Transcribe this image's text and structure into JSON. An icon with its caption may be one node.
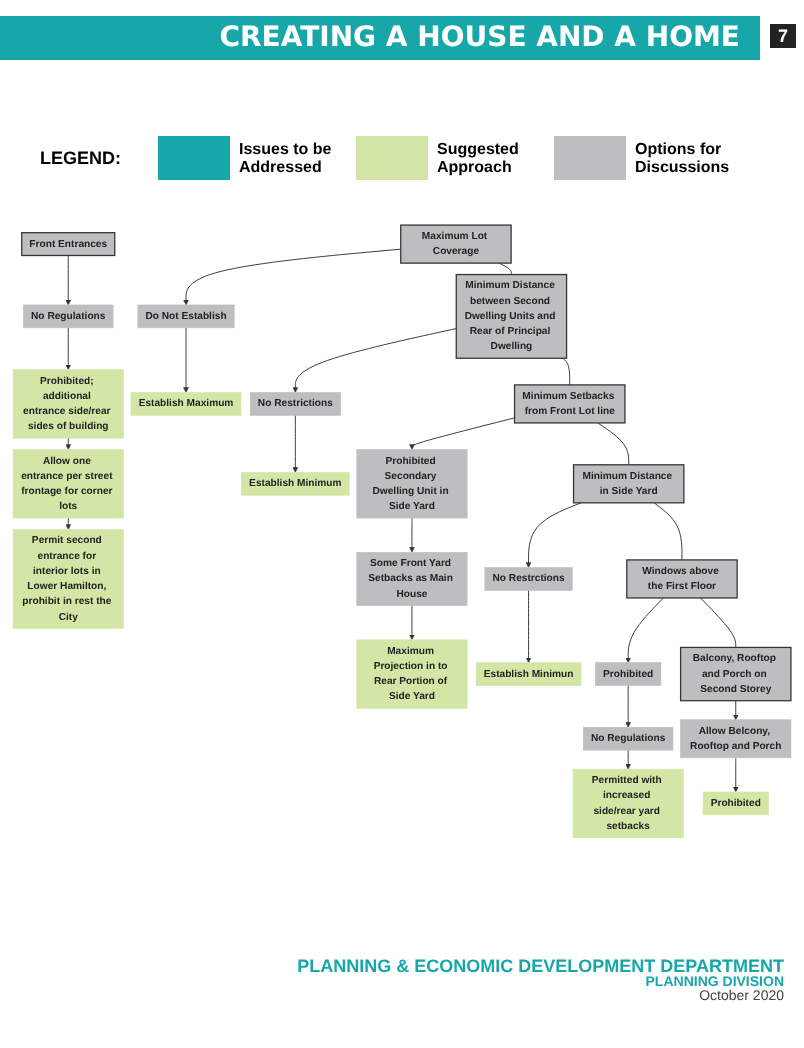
{
  "diagram": {
    "title": "CREATING A HOUSE AND A HOME",
    "nodes": [
      {
        "text": [
          "Front Entrances"
        ]
      },
      {
        "text": [
          "No Regulations"
        ]
      },
      {
        "text": [
          "Prohibited; additional entrance side/rear sides of building"
        ]
      },
      {
        "text": [
          "Allow one entrance per street frontage for corner lots"
        ]
      },
      {
        "text": [
          "Permit second entrance for interior lots in Lower Hamilton, prohibit in rest the City"
        ]
      },
      {
        "text": [
          "Maximum Lot Coverage"
        ]
      },
      {
        "text": [
          "Do Not Establish"
        ]
      },
      {
        "text": [
          "Establish Maximum"
        ]
      },
      {
        "text": [
          "Minimum Distance between Second Dwelling Units and Rear of Principal Dwelling"
        ]
      },
      {
        "text": [
          "No Restrictions"
        ]
      },
      {
        "text": [
          "Establish Minimum"
        ]
      },
      {
        "text": [
          "Minimum Setbacks from Front Lot line"
        ]
      },
      {
        "text": [
          "Prohibited Secondary Dwelling Unit in Side Yard"
        ]
      },
      {
        "text": [
          "Some Front Yard Setbacks as Main House"
        ]
      },
      {
        "text": [
          "Maximum Projection in to Rear Portion of Side Yard"
        ]
      },
      {
        "text": [
          "Minimum Distance in Side Yard"
        ]
      },
      {
        "text": [
          "No Restrctions"
        ]
      },
      {
        "text": [
          "Establish Minimun"
        ]
      },
      {
        "text": [
          "Windows above the First Floor"
        ]
      },
      {
        "text": [
          "Prohibited"
        ]
      },
      {
        "text": [
          "No Regulations"
        ]
      },
      {
        "text": [
          "Permitted with increased side/rear yard setbacks"
        ]
      },
      {
        "text": [
          "Balcony, Rooftop and Porch on Second Storey"
        ]
      },
      {
        "text": [
          "Allow Belcony, Rooftop and Porch"
        ]
      },
      {
        "text": [
          "Prohibited"
        ]
      }
    ],
    "edges": [
      {
        "from": 0,
        "to": 1,
        "arrow": "to"
      },
      {
        "from": 1,
        "to": 2,
        "arrow": "to"
      },
      {
        "from": 2,
        "to": 3,
        "arrow": "to"
      },
      {
        "from": 3,
        "to": 4,
        "arrow": "to"
      },
      {
        "from": 5,
        "to": 6,
        "arrow": "to"
      },
      {
        "from": 6,
        "to": 7,
        "arrow": "to"
      },
      {
        "from": 5,
        "to": 8,
        "arrow": "none"
      },
      {
        "from": 8,
        "to": 9,
        "arrow": "to"
      },
      {
        "from": 9,
        "to": 10,
        "arrow": "to"
      },
      {
        "from": 8,
        "to": 11,
        "arrow": "none"
      },
      {
        "from": 11,
        "to": 12,
        "arrow": "to"
      },
      {
        "from": 12,
        "to": 13,
        "arrow": "to"
      },
      {
        "from": 13,
        "to": 14,
        "arrow": "to"
      },
      {
        "from": 11,
        "to": 15,
        "arrow": "none"
      },
      {
        "from": 15,
        "to": 16,
        "arrow": "to"
      },
      {
        "from": 16,
        "to": 17,
        "arrow": "to"
      },
      {
        "from": 15,
        "to": 18,
        "arrow": "none"
      },
      {
        "from": 18,
        "to": 19,
        "arrow": "to"
      },
      {
        "from": 19,
        "to": 20,
        "arrow": "to"
      },
      {
        "from": 20,
        "to": 21,
        "arrow": "to"
      },
      {
        "from": 18,
        "to": 22,
        "arrow": "none"
      },
      {
        "from": 22,
        "to": 23,
        "arrow": "to"
      },
      {
        "from": 23,
        "to": 24,
        "arrow": "to"
      }
    ],
    "labels": [
      "7",
      "LEGEND:",
      "PLANNING & ECONOMIC DEVELOPMENT DEPARTMENT",
      "PLANNING DIVISION",
      "October 2020"
    ],
    "legend": [
      {
        "text": "Issues to be Addressed",
        "color": "#17a7a9"
      },
      {
        "text": "Suggested Approach",
        "color": "#d4e6a5"
      },
      {
        "text": "Options for Discussions",
        "color": "#bcbec0"
      }
    ]
  }
}
